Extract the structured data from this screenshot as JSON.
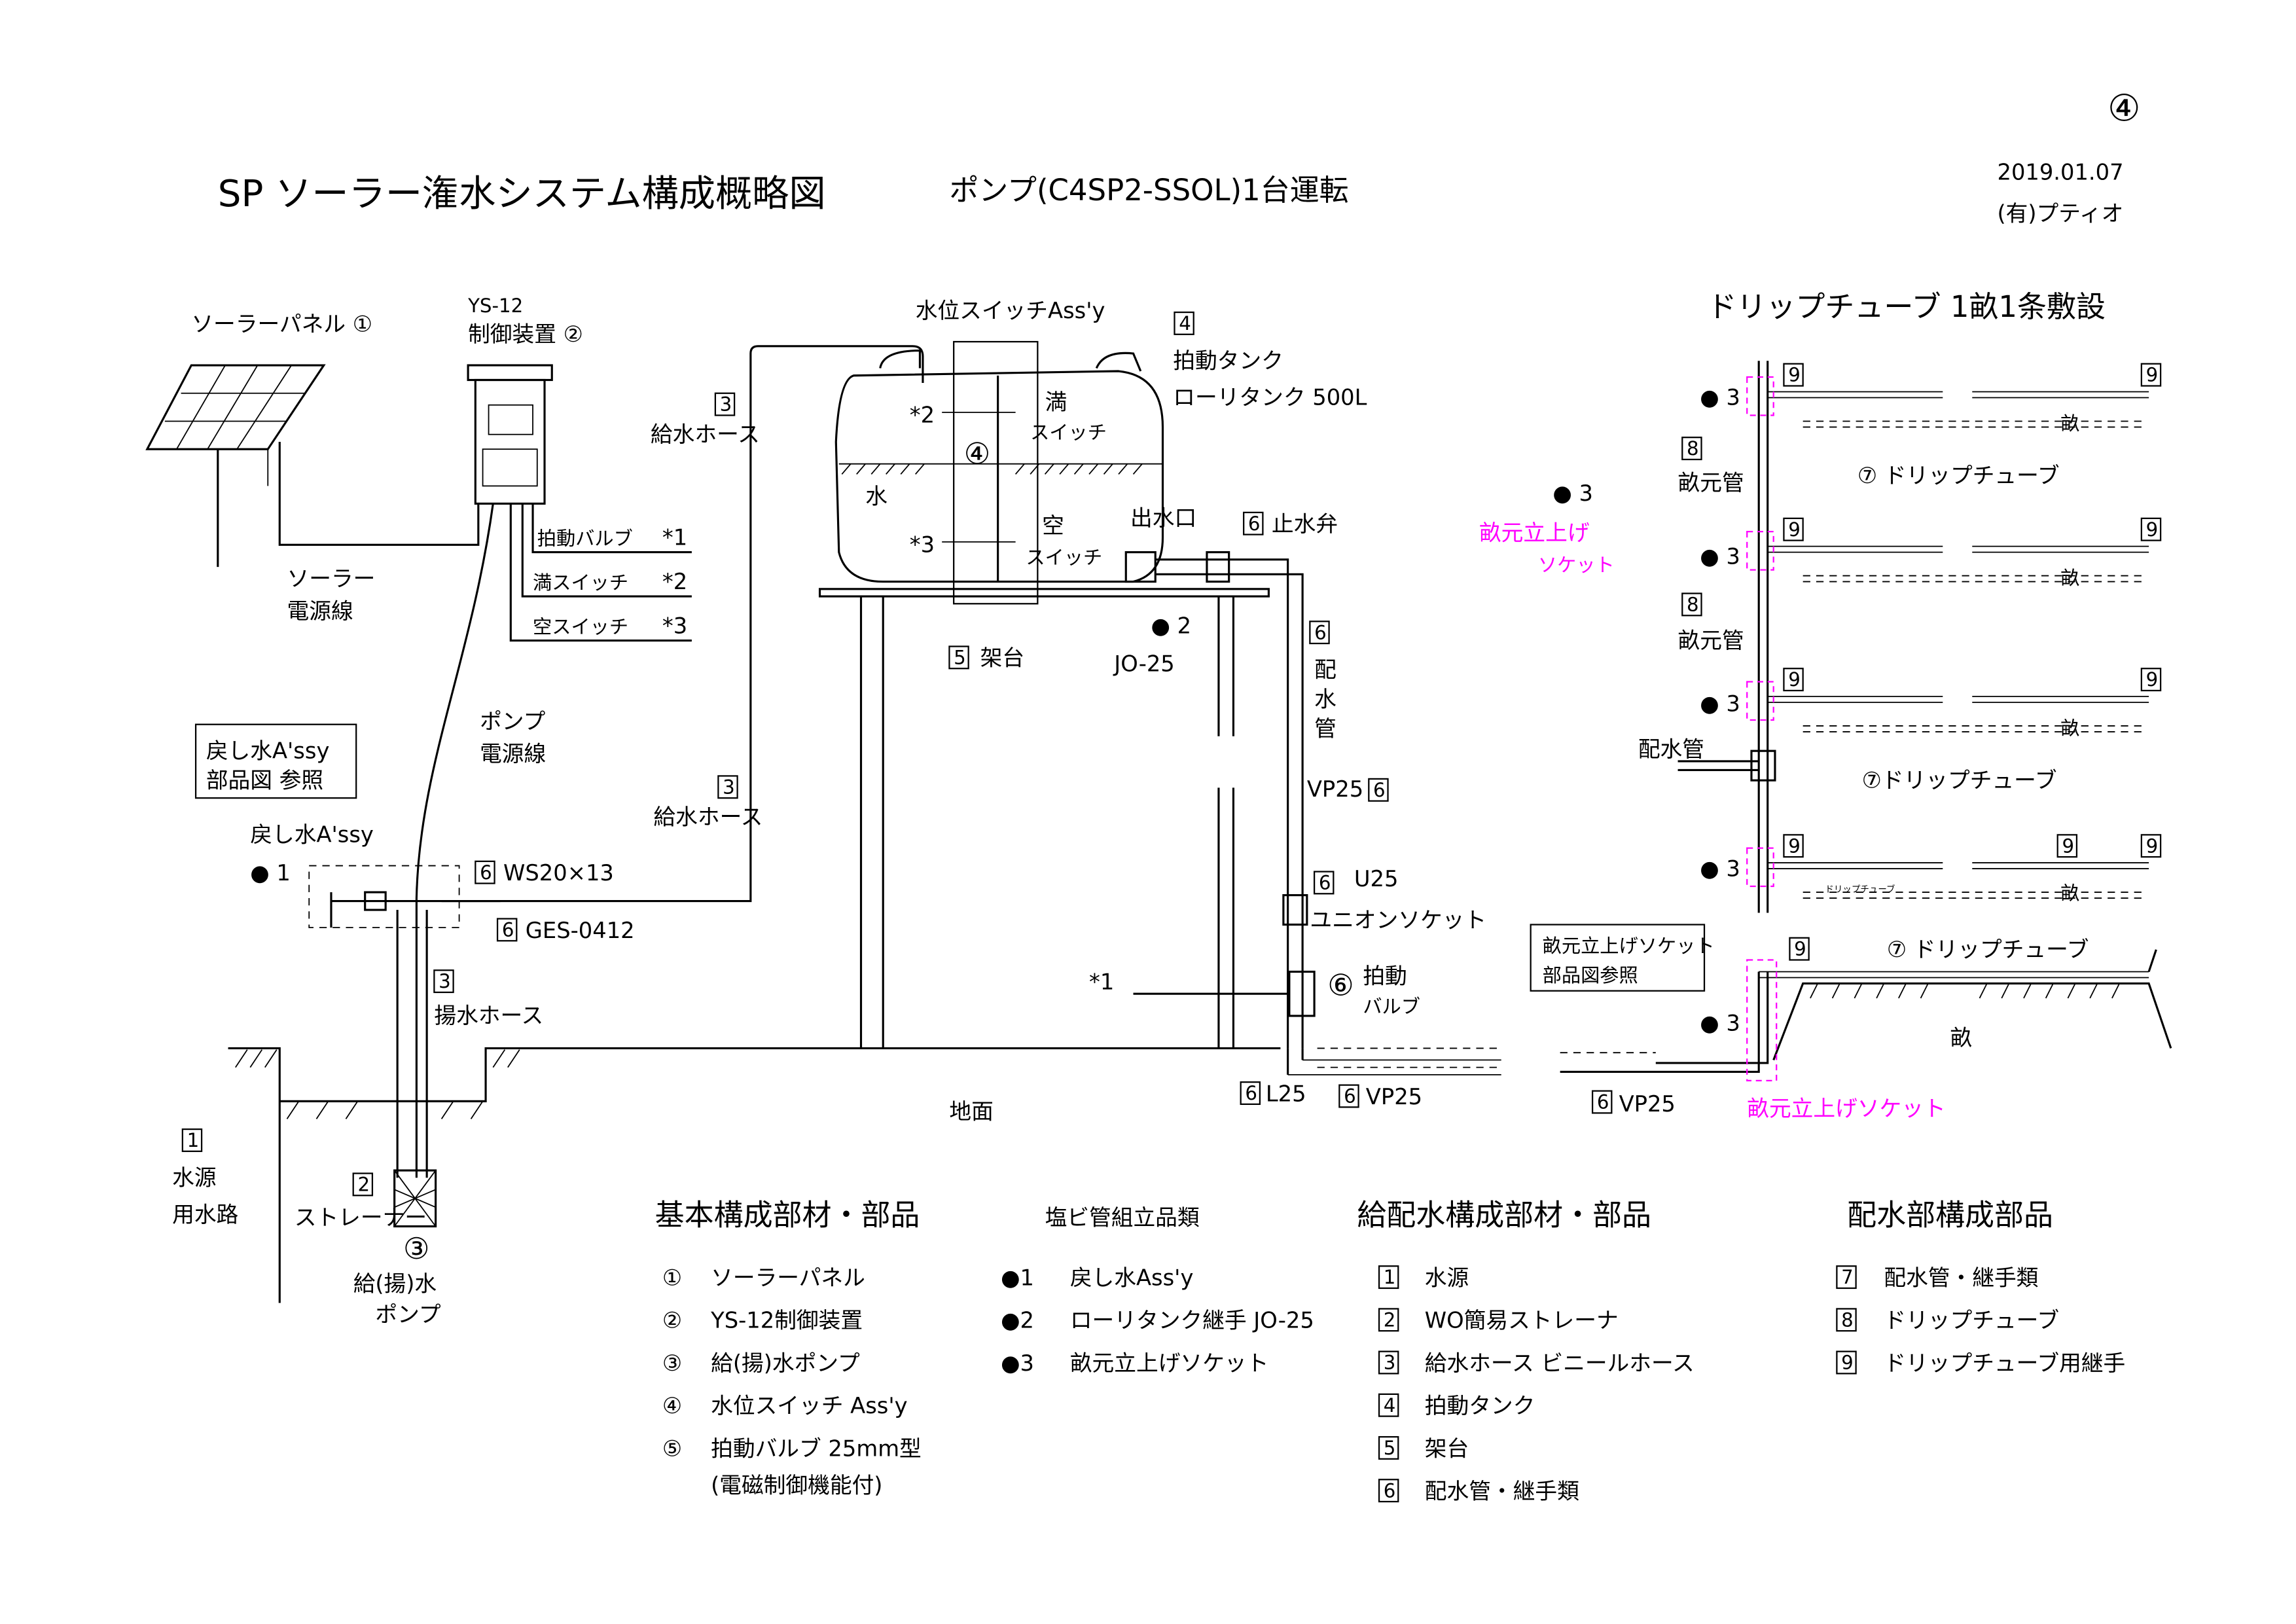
{
  "header": {
    "title": "SP ソーラー潅水システム構成概略図",
    "subtitle": "ポンプ(C4SP2-SSOL)1台運転",
    "page_no": "④",
    "date": "2019.01.07",
    "company": "(有)プティオ"
  },
  "diagram": {
    "solar_panel": "ソーラーパネル ①",
    "controller_model": "YS-12",
    "controller": "制御装置 ②",
    "solar_cable_1": "ソーラー",
    "solar_cable_2": "電源線",
    "pump_cable_1": "ポンプ",
    "pump_cable_2": "電源線",
    "valve_wire": "拍動バルブ",
    "full_wire": "満スイッチ",
    "empty_wire": "空スイッチ",
    "mark1": "*1",
    "mark2": "*2",
    "mark3": "*3",
    "return_ref_1": "戻し水A'ssy",
    "return_ref_2": "部品図 参照",
    "return_assy": "戻し水A'ssy",
    "dot1": "● 1",
    "dot2": "● 2",
    "dot3": "● 3",
    "n1": "1",
    "n2": "2",
    "n3": "3",
    "n4": "4",
    "n5": "5",
    "n6": "6",
    "n7": "7",
    "n8": "8",
    "n9": "9",
    "supply_hose": "給水ホース",
    "ws": "WS20×13",
    "ges": "GES-0412",
    "lift_hose": "揚水ホース",
    "water_source_1": "水源",
    "water_source_2": "用水路",
    "strainer": "ストレーナー",
    "pump_no": "③",
    "pump_1": "給(揚)水",
    "pump_2": "ポンプ",
    "level_switch": "水位スイッチAss'y",
    "tank_1": "拍動タンク",
    "tank_2": "ローリタンク 500L",
    "full_1": "満",
    "full_2": "スイッチ",
    "empty_1": "空",
    "empty_2": "スイッチ",
    "circle4": "④",
    "water": "水",
    "outlet": "出水口",
    "stop_valve": "止水弁",
    "jo": "JO-25",
    "stand": "架台",
    "pipe_v1": "配",
    "pipe_v2": "水",
    "pipe_v3": "管",
    "vp25": "VP25",
    "u25": "U25",
    "union": "ユニオンソケット",
    "valve_no": "⑥",
    "valve_1": "拍動",
    "valve_2": "バルブ",
    "l25": "L25",
    "ground": "地面",
    "drip_title": "ドリップチューブ 1畝1条敷設",
    "ridge": "畝",
    "ridge_pipe": "畝元管",
    "drip_tube": "⑦ ドリップチューブ",
    "drip_tube2": "⑦ドリップチューブ",
    "drip_small": "ドリップチューブ",
    "riser_1": "畝元立上げ",
    "riser_2": "ソケット",
    "dist_pipe": "配水管",
    "riser_ref_1": "畝元立上げソケット",
    "riser_ref_2": "部品図参照",
    "riser_socket": "畝元立上げソケット"
  },
  "legend": {
    "basic": {
      "title": "基本構成部材・部品",
      "items": [
        {
          "no": "①",
          "label": "ソーラーパネル"
        },
        {
          "no": "②",
          "label": "YS-12制御装置"
        },
        {
          "no": "③",
          "label": "給(揚)水ポンプ"
        },
        {
          "no": "④",
          "label": "水位スイッチ Ass'y"
        },
        {
          "no": "⑤",
          "label": "拍動バルブ 25mm型"
        }
      ],
      "note": "(電磁制御機能付)"
    },
    "pvc": {
      "title": "塩ビ管組立品類",
      "items": [
        {
          "no": "●1",
          "label": "戻し水Ass'y"
        },
        {
          "no": "●2",
          "label": "ローリタンク継手 JO-25"
        },
        {
          "no": "●3",
          "label": "畝元立上げソケット"
        }
      ]
    },
    "supply": {
      "title": "給配水構成部材・部品",
      "items": [
        {
          "no": "1",
          "label": "水源"
        },
        {
          "no": "2",
          "label": "WO簡易ストレーナ"
        },
        {
          "no": "3",
          "label": "給水ホース ビニールホース"
        },
        {
          "no": "4",
          "label": "拍動タンク"
        },
        {
          "no": "5",
          "label": "架台"
        },
        {
          "no": "6",
          "label": "配水管・継手類"
        }
      ]
    },
    "dist": {
      "title": "配水部構成部品",
      "items": [
        {
          "no": "7",
          "label": "配水管・継手類"
        },
        {
          "no": "8",
          "label": "ドリップチューブ"
        },
        {
          "no": "9",
          "label": "ドリップチューブ用継手"
        }
      ]
    }
  },
  "colors": {
    "accent": "#ff00ff",
    "line": "#000000"
  }
}
